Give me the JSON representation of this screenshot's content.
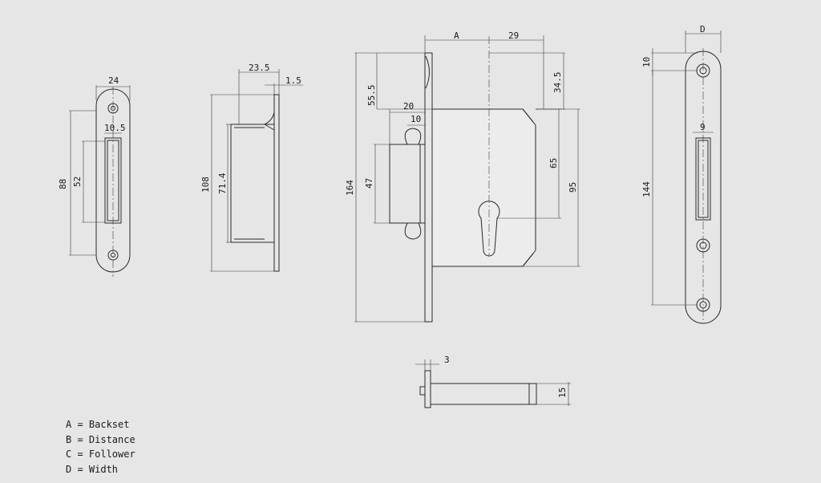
{
  "dimensions": {
    "strike_width": "24",
    "strike_hole": "10.5",
    "strike_height": "88",
    "strike_slot": "52",
    "side_depth": "23.5",
    "side_thickness": "1.5",
    "side_height": "108",
    "side_inner": "71.4",
    "backset": "A",
    "case_29": "29",
    "case_total_height": "164",
    "case_55_5": "55.5",
    "case_20": "20",
    "case_10": "10",
    "case_47": "47",
    "case_34_5": "34.5",
    "case_65": "65",
    "case_95": "95",
    "faceplate_width": "D",
    "faceplate_10": "10",
    "faceplate_9": "9",
    "faceplate_144": "144",
    "pin_3": "3",
    "pin_15": "15"
  },
  "legend": [
    "A = Backset",
    "B = Distance",
    "C = Follower",
    "D = Width"
  ]
}
